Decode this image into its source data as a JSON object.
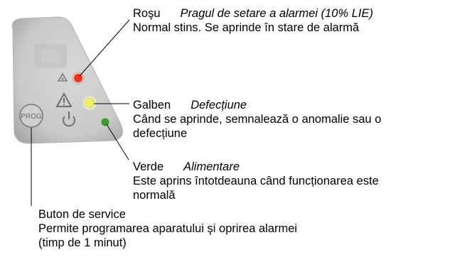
{
  "colors": {
    "panel": "#cdcdcd",
    "panel_shadow": "#a9a9a9",
    "led_red": "#e8351e",
    "led_yellow": "#f4f05a",
    "led_green": "#3f9a2e",
    "symbol": "#7a7a7a"
  },
  "device": {
    "prog_label": "PROG",
    "icons": [
      "gas-alarm-icon",
      "warning-triangle-icon",
      "power-icon",
      "prog-button-icon"
    ]
  },
  "callouts": {
    "red": {
      "color_name": "Roşu",
      "meaning": "Pragul de setare a alarmei (10% LIE)",
      "description": "Normal stins. Se aprinde în stare de alarmă"
    },
    "yellow": {
      "color_name": "Galben",
      "meaning": "Defecțiune",
      "description_1": "Când se aprinde, semnalează o anomalie sau o",
      "description_2": "defecțiune"
    },
    "green": {
      "color_name": "Verde",
      "meaning": "Alimentare",
      "description_1": "Este aprins întotdeauna când funcționarea este",
      "description_2": "normală"
    },
    "prog": {
      "title": "Buton de service",
      "description_1": "Permite programarea aparatului şi oprirea alarmei",
      "description_2": "(timp de 1 minut)"
    }
  }
}
